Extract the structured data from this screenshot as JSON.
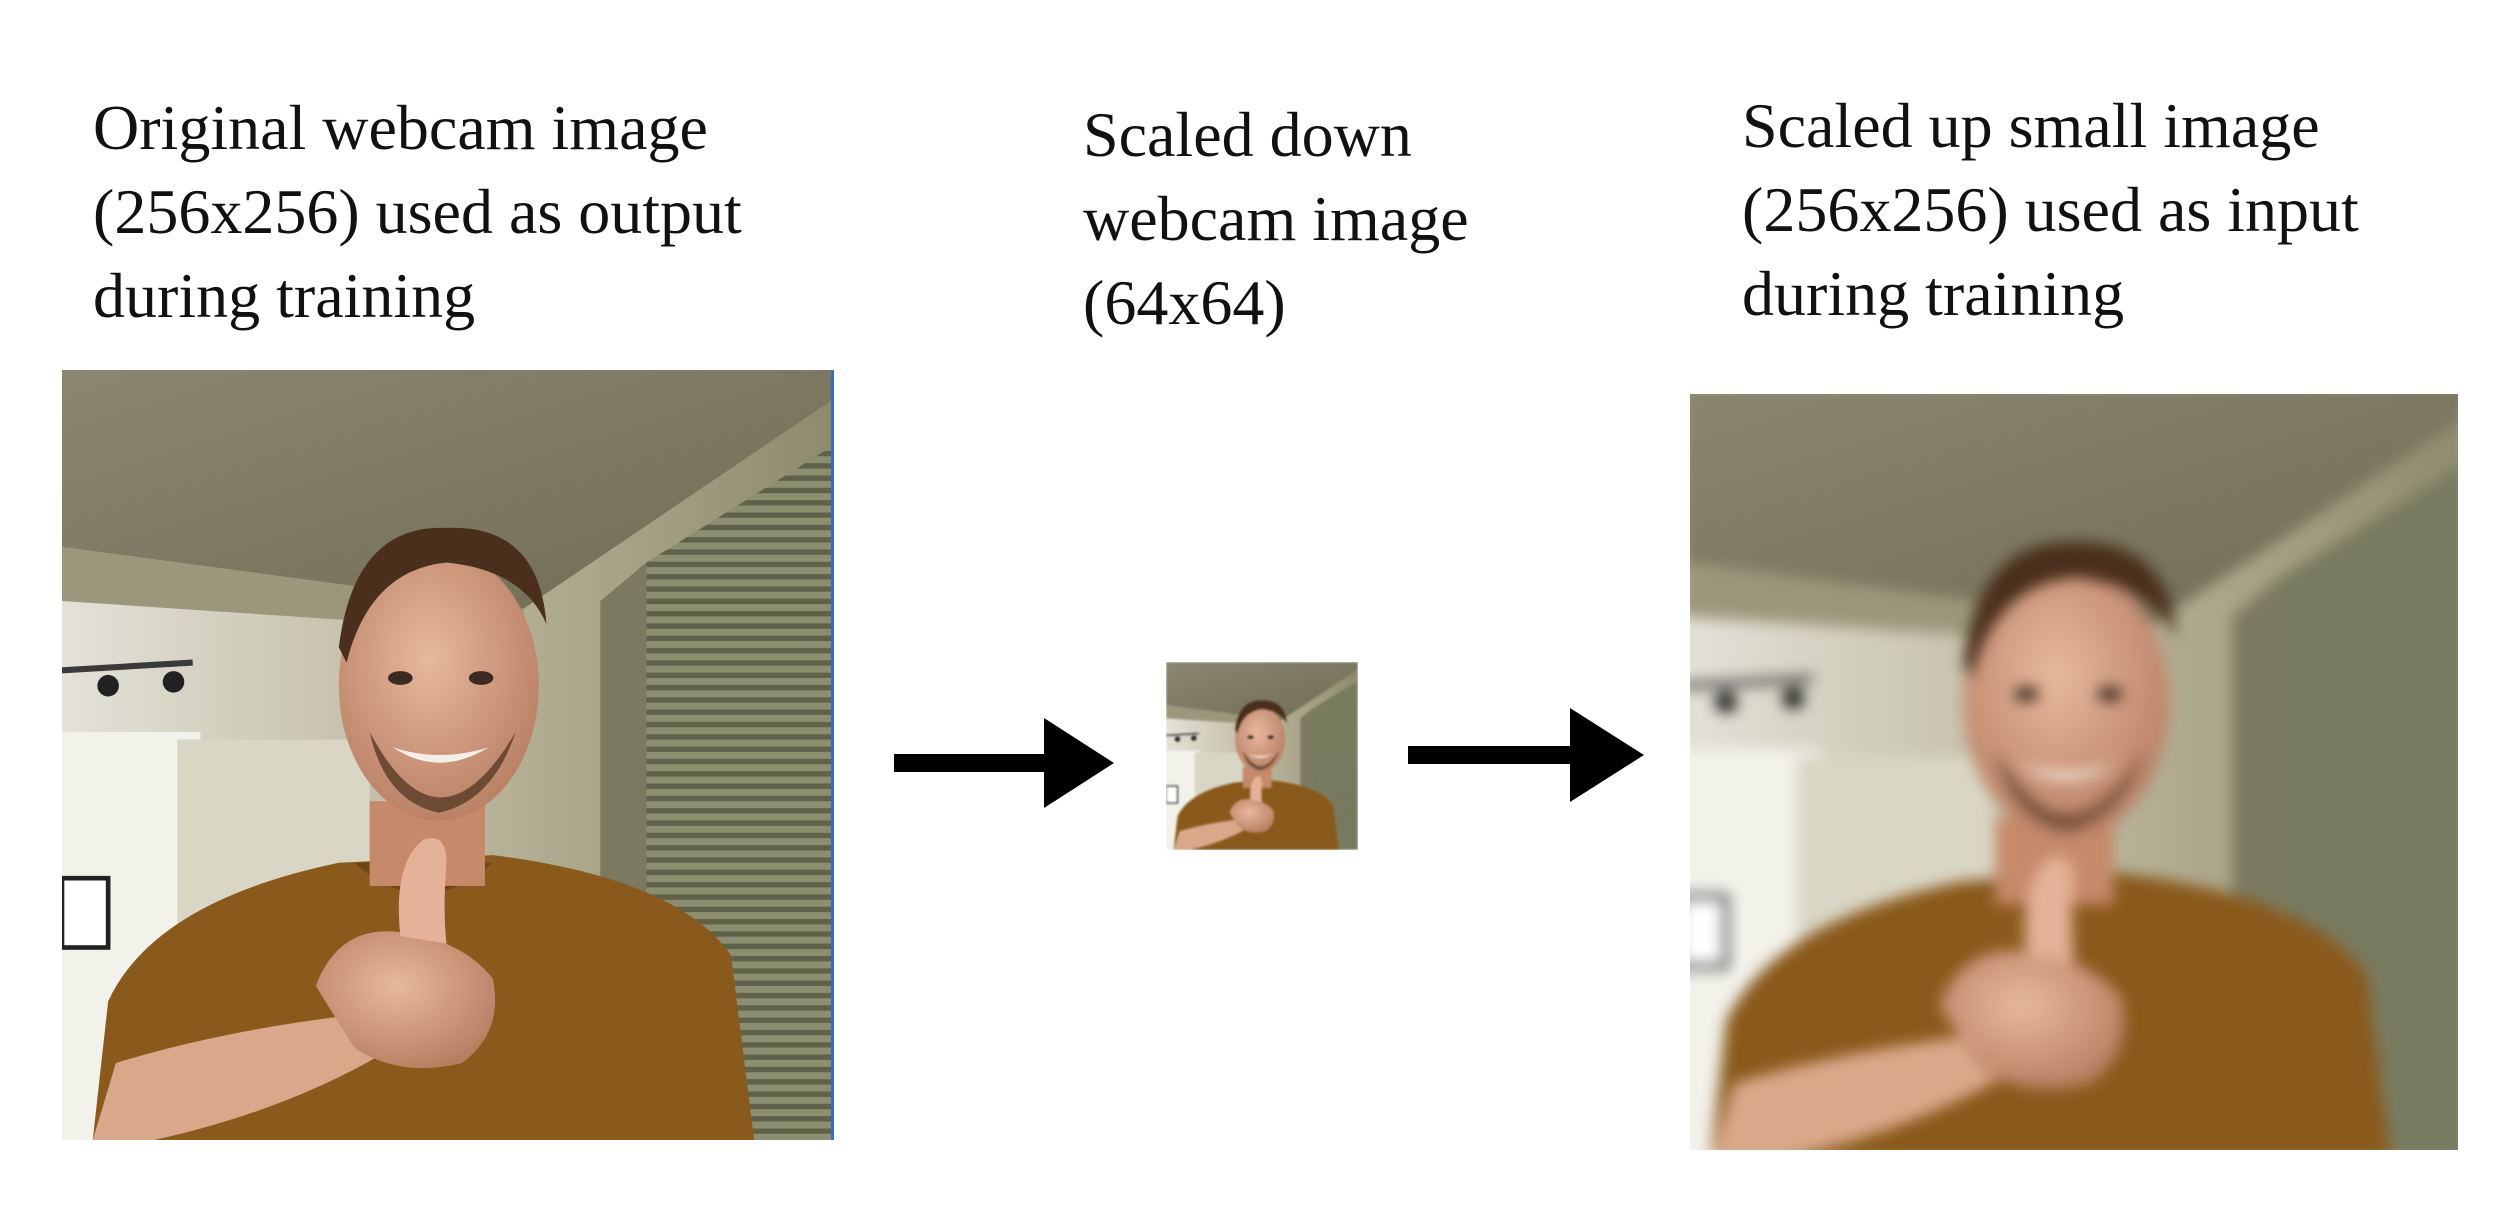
{
  "captions": {
    "original": [
      "Original webcam image",
      "(256x256) used as output",
      "during training"
    ],
    "small": [
      "Scaled down",
      "webcam image",
      "(64x64)"
    ],
    "upscaled": [
      "Scaled up small image",
      "(256x256) used as input",
      "during training"
    ]
  },
  "icons": {
    "arrow_1": "right-arrow-icon",
    "arrow_2": "right-arrow-icon"
  },
  "colors": {
    "arrow": "#000000",
    "shirt": "#8a5a1c",
    "wall": "#a59f80",
    "ceiling": "#7f7b63",
    "blinds": "#6f7155"
  }
}
